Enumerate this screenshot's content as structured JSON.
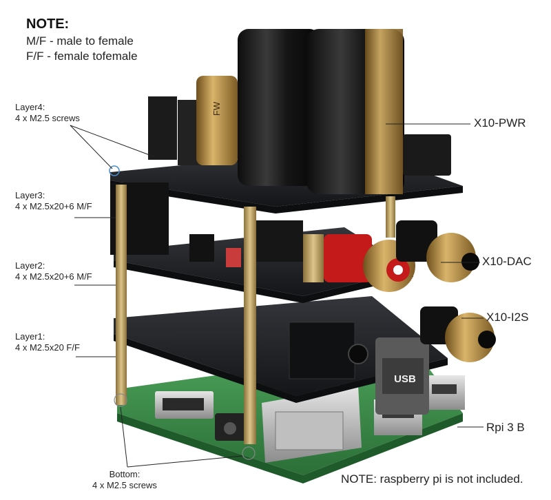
{
  "note": {
    "title": "NOTE:",
    "lines": [
      "M/F - male to female",
      "F/F - female tofemale"
    ]
  },
  "left_labels": {
    "layer4": {
      "name": "Layer4:",
      "spec": "4 x M2.5 screws"
    },
    "layer3": {
      "name": "Layer3:",
      "spec": "4 x M2.5x20+6 M/F"
    },
    "layer2": {
      "name": "Layer2:",
      "spec": "4 x M2.5x20+6 M/F"
    },
    "layer1": {
      "name": "Layer1:",
      "spec": "4 x M2.5x20 F/F"
    },
    "bottom": {
      "name": "Bottom:",
      "spec": "4 x M2.5 screws"
    }
  },
  "right_labels": {
    "pwr": "X10-PWR",
    "dac": "X10-DAC",
    "i2s": "X10-I2S",
    "rpi": "Rpi 3 B"
  },
  "usb_badge": "USB",
  "capacitor_mark": "FW",
  "footnote": "NOTE: raspberry pi is not included.",
  "colors": {
    "pcb_black": "#1e1f22",
    "pcb_green": "#3c8f4a",
    "standoff_brass": "#b89a58",
    "capacitor_gold": "#a87c34",
    "rca_red": "#c41a1a",
    "rca_gold": "#c9a14a"
  }
}
